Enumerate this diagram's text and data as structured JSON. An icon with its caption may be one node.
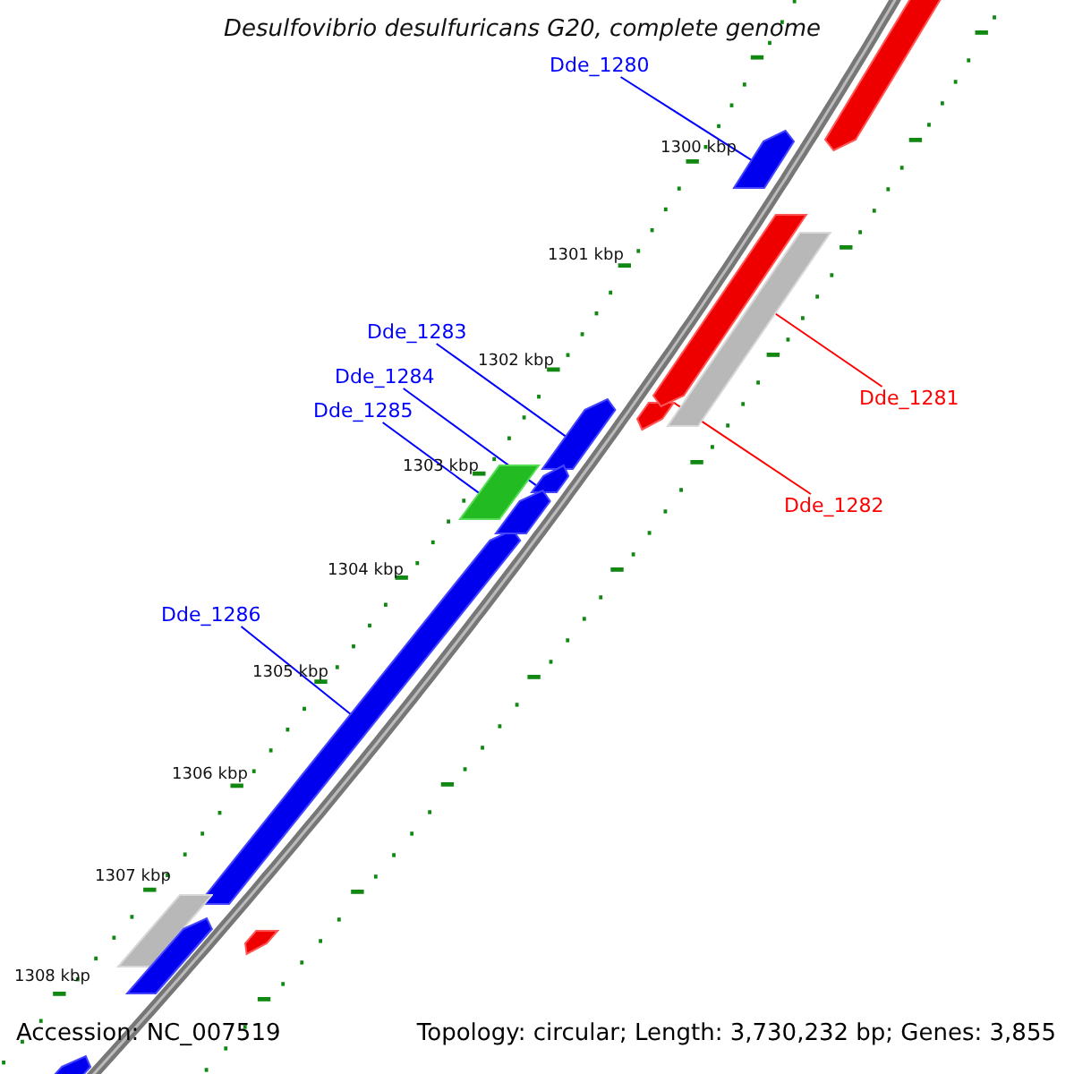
{
  "diagram": {
    "title": "Desulfovibrio desulfuricans G20, complete genome",
    "nodes": [
      {
        "text": [
          "Dde_1280"
        ]
      },
      {
        "text": [],
        "shape": "bar"
      },
      {
        "text": [
          "Dde_1281"
        ]
      },
      {
        "text": [],
        "shape": "bar"
      },
      {
        "text": [
          "Dde_1282"
        ]
      },
      {
        "text": [],
        "shape": "bar"
      },
      {
        "text": [
          "Dde_1283"
        ]
      },
      {
        "text": [],
        "shape": "bar"
      },
      {
        "text": [
          "Dde_1284"
        ]
      },
      {
        "text": [],
        "shape": "bar"
      },
      {
        "text": [
          "Dde_1285"
        ]
      },
      {
        "text": [],
        "shape": "bar"
      },
      {
        "text": [
          "Dde_1286"
        ]
      },
      {
        "text": [],
        "shape": "bar"
      },
      {
        "text": [],
        "shape": "bar"
      },
      {
        "text": [],
        "shape": "bar"
      },
      {
        "text": [],
        "shape": "bar"
      },
      {
        "text": [],
        "shape": "bar"
      },
      {
        "text": [],
        "shape": "bar"
      },
      {
        "text": [],
        "shape": "bar"
      },
      {
        "text": [],
        "shape": "bar"
      }
    ],
    "edges": [
      {
        "from": 0,
        "to": 1,
        "arrow": "none"
      },
      {
        "from": 2,
        "to": 3,
        "arrow": "none",
        "color": "#ff0000"
      },
      {
        "from": 4,
        "to": 5,
        "arrow": "none",
        "color": "#ff0000"
      },
      {
        "from": 6,
        "to": 7,
        "arrow": "none"
      },
      {
        "from": 8,
        "to": 9,
        "arrow": "none"
      },
      {
        "from": 10,
        "to": 11,
        "arrow": "none"
      },
      {
        "from": 12,
        "to": 13,
        "arrow": "none"
      }
    ],
    "labels": [
      "1300 kbp",
      "1301 kbp",
      "1302 kbp",
      "1303 kbp",
      "1304 kbp",
      "1305 kbp",
      "1306 kbp",
      "1307 kbp",
      "1308 kbp",
      "Accession: NC_007519",
      "Topology: circular; Length: 3,730,232 bp; Genes: 3,855"
    ]
  }
}
